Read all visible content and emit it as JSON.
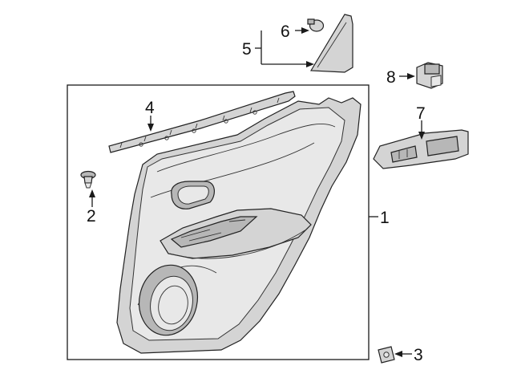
{
  "diagram": {
    "callouts": [
      {
        "id": "1",
        "label": "1"
      },
      {
        "id": "2",
        "label": "2"
      },
      {
        "id": "3",
        "label": "3"
      },
      {
        "id": "4",
        "label": "4"
      },
      {
        "id": "5",
        "label": "5"
      },
      {
        "id": "6",
        "label": "6"
      },
      {
        "id": "7",
        "label": "7"
      },
      {
        "id": "8",
        "label": "8"
      }
    ],
    "colors": {
      "line": "#1a1a1a",
      "part_fill": "#d4d4d4",
      "part_dark": "#b7b7b7",
      "background": "#ffffff"
    }
  }
}
